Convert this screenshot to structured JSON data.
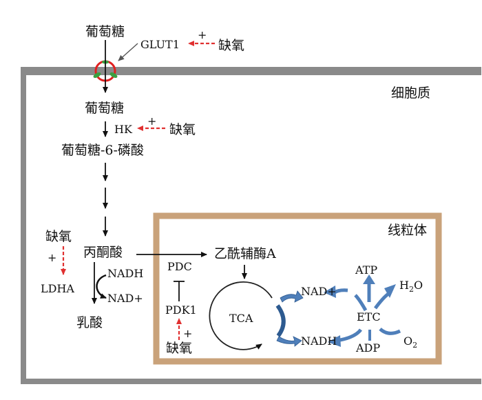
{
  "labels": {
    "glucose_outside": "葡萄糖",
    "glut1": "GLUT1",
    "plus": "+",
    "hypoxia": "缺氧",
    "cytoplasm": "细胞质",
    "glucose_inside": "葡萄糖",
    "hk": "HK",
    "g6p": "葡萄糖-6-磷酸",
    "pyruvate": "丙酮酸",
    "ldha": "LDHA",
    "nadh": "NADH",
    "nad_plus": "NAD+",
    "lactate": "乳酸",
    "mitochondria": "线粒体",
    "acetyl_coa": "乙酰辅酶A",
    "pdc": "PDC",
    "pdk1": "PDK1",
    "tca": "TCA",
    "atp": "ATP",
    "h2o_h": "H",
    "h2o_sub": "2",
    "h2o_o": "O",
    "etc": "ETC",
    "adp": "ADP",
    "o2_o": "O",
    "o2_sub": "2"
  },
  "colors": {
    "cell_membrane": "#8a8a8a",
    "mito_membrane": "#c9a27a",
    "hypoxia_arrow": "#e03030",
    "transporter_ring": "#e02020",
    "transporter_leaf": "#3aa040",
    "etc_arrow": "#4f7fba",
    "text": "#111111"
  },
  "icons": {
    "transporter": "glut1-transporter-icon",
    "etc_arrows": "curved-arrows-icon"
  }
}
